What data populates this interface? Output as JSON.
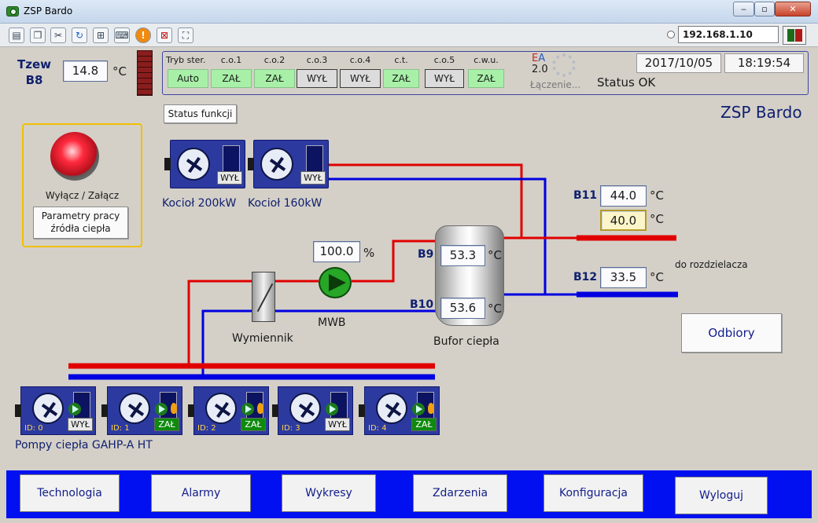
{
  "window": {
    "title": "ZSP Bardo",
    "min": "‒",
    "max": "▫",
    "close": "✕"
  },
  "toolbar": {
    "icons": [
      "chart-icon",
      "windows-icon",
      "tools-icon",
      "refresh-icon",
      "windows-logo-icon",
      "keyboard-icon",
      "alert-icon",
      "network-icon",
      "fullscreen-icon"
    ],
    "ip": "192.168.1.10"
  },
  "outdoor": {
    "label_top": "Tzew",
    "label_bottom": "B8",
    "value": "14.8",
    "unit": "°C"
  },
  "modes": {
    "header": "Tryb ster.",
    "items": [
      {
        "label": "",
        "value": "Auto",
        "state": "on"
      },
      {
        "label": "c.o.1",
        "value": "ZAŁ",
        "state": "on"
      },
      {
        "label": "c.o.2",
        "value": "ZAŁ",
        "state": "on"
      },
      {
        "label": "c.o.3",
        "value": "WYŁ",
        "state": "off"
      },
      {
        "label": "c.o.4",
        "value": "WYŁ",
        "state": "off"
      },
      {
        "label": "c.t.",
        "value": "ZAŁ",
        "state": "on"
      },
      {
        "label": "c.o.5",
        "value": "WYŁ",
        "state": "off"
      },
      {
        "label": "c.w.u.",
        "value": "ZAŁ",
        "state": "on"
      }
    ]
  },
  "connection": {
    "ea_e": "E",
    "ea_a": "A",
    "version": "2.0",
    "connecting": "Łączenie...",
    "status": "Status OK"
  },
  "datetime": {
    "date": "2017/10/05",
    "time": "18:19:54"
  },
  "status_func_button": "Status funkcji",
  "site_title": "ZSP Bardo",
  "control_panel": {
    "onoff_label": "Wyłącz / Załącz",
    "params_button": "Parametry pracy źródła ciepła"
  },
  "boilers": [
    {
      "label": "Kocioł 200kW",
      "state": "WYŁ"
    },
    {
      "label": "Kocioł 160kW",
      "state": "WYŁ"
    }
  ],
  "sensors": {
    "b11": {
      "label": "B11",
      "value": "44.0",
      "setpoint": "40.0",
      "unit": "°C"
    },
    "b12": {
      "label": "B12",
      "value": "33.5",
      "unit": "°C"
    },
    "b9": {
      "label": "B9",
      "value": "53.3",
      "unit": "°C"
    },
    "b10": {
      "label": "B10",
      "value": "53.6",
      "unit": "°C"
    }
  },
  "pump_mwb": {
    "percent": "100.0",
    "unit": "%",
    "label": "MWB"
  },
  "exchanger_label": "Wymiennik",
  "buffer_label": "Bufor ciepła",
  "distributor_label": "do rozdzielacza",
  "receivers_button": "Odbiory",
  "heat_pumps": {
    "label": "Pompy ciepła GAHP-A HT",
    "units": [
      {
        "id": "ID: 0",
        "state": "WYŁ",
        "flame": false
      },
      {
        "id": "ID: 1",
        "state": "ZAŁ",
        "flame": true
      },
      {
        "id": "ID: 2",
        "state": "ZAŁ",
        "flame": true
      },
      {
        "id": "ID: 3",
        "state": "WYŁ",
        "flame": false
      },
      {
        "id": "ID: 4",
        "state": "ZAŁ",
        "flame": true
      }
    ]
  },
  "nav": [
    "Technologia",
    "Alarmy",
    "Wykresy",
    "Zdarzenia",
    "Konfiguracja",
    "Wyloguj"
  ],
  "colors": {
    "hot_pipe": "#e00000",
    "cold_pipe": "#0000e0",
    "nav_bg": "#0010f0",
    "title_blue": "#10206e"
  }
}
